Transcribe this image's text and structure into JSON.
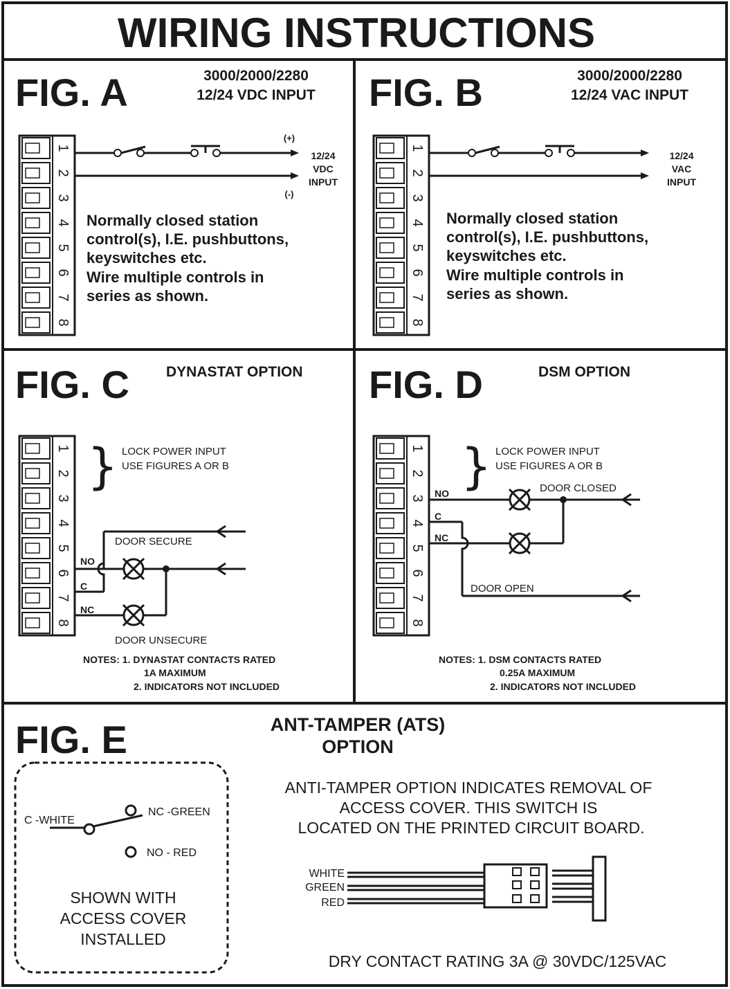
{
  "title": "WIRING INSTRUCTIONS",
  "terminal_numbers": [
    "1",
    "2",
    "3",
    "4",
    "5",
    "6",
    "7",
    "8"
  ],
  "fig_a": {
    "label": "FIG. A",
    "model": "3000/2000/2280",
    "input_type": "12/24 VDC INPUT",
    "plus": "(+)",
    "minus": "(-)",
    "input_line1": "12/24",
    "input_line2": "VDC",
    "input_line3": "INPUT",
    "body": [
      "Normally closed station",
      "control(s), I.E. pushbuttons,",
      "keyswitches etc.",
      "Wire multiple controls in",
      "series as shown."
    ]
  },
  "fig_b": {
    "label": "FIG. B",
    "model": "3000/2000/2280",
    "input_type": "12/24 VAC INPUT",
    "input_line1": "12/24",
    "input_line2": "VAC",
    "input_line3": "INPUT",
    "body": [
      "Normally closed station",
      "control(s), I.E. pushbuttons,",
      "keyswitches etc.",
      "Wire multiple controls in",
      "series as shown."
    ]
  },
  "fig_c": {
    "label": "FIG. C",
    "option": "DYNASTAT OPTION",
    "lock_power_1": "LOCK POWER INPUT",
    "lock_power_2": "USE FIGURES A OR B",
    "door_secure": "DOOR SECURE",
    "door_unsecure": "DOOR UNSECURE",
    "no": "NO",
    "c": "C",
    "nc": "NC",
    "notes": [
      "NOTES: 1. DYNASTAT CONTACTS RATED",
      "1A MAXIMUM",
      "2. INDICATORS NOT INCLUDED"
    ]
  },
  "fig_d": {
    "label": "FIG. D",
    "option": "DSM OPTION",
    "lock_power_1": "LOCK POWER INPUT",
    "lock_power_2": "USE FIGURES A OR B",
    "door_closed": "DOOR CLOSED",
    "door_open": "DOOR OPEN",
    "no": "NO",
    "c": "C",
    "nc": "NC",
    "notes": [
      "NOTES: 1. DSM CONTACTS RATED",
      "0.25A MAXIMUM",
      "2. INDICATORS NOT INCLUDED"
    ]
  },
  "fig_e": {
    "label": "FIG. E",
    "option_1": "ANT-TAMPER (ATS)",
    "option_2": "OPTION",
    "c_white": "C -WHITE",
    "nc_green": "NC -GREEN",
    "no_red": "NO - RED",
    "shown_with": [
      "SHOWN WITH",
      "ACCESS COVER",
      "INSTALLED"
    ],
    "description": [
      "ANTI-TAMPER OPTION INDICATES REMOVAL OF",
      "ACCESS COVER. THIS  SWITCH IS",
      "LOCATED ON THE PRINTED CIRCUIT BOARD."
    ],
    "wire_white": "WHITE",
    "wire_green": "GREEN",
    "wire_red": "RED",
    "rating": "DRY CONTACT RATING 3A @ 30VDC/125VAC"
  }
}
